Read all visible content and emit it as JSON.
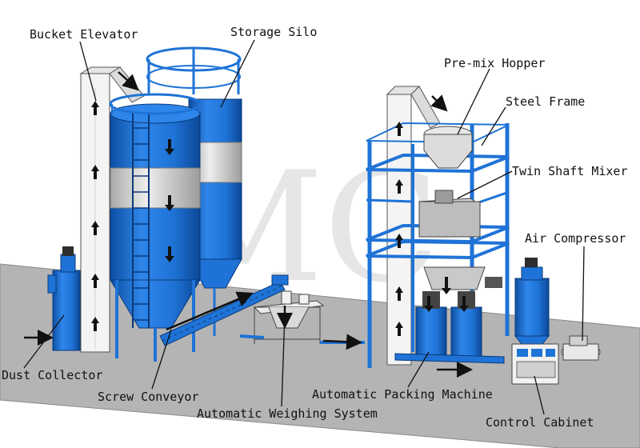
{
  "labels": {
    "bucket_elevator": "Bucket Elevator",
    "storage_silo": "Storage Silo",
    "premix_hopper": "Pre-mix Hopper",
    "steel_frame": "Steel Frame",
    "twin_shaft_mixer": "Twin Shaft Mixer",
    "air_compressor": "Air Compressor",
    "dust_collector": "Dust Collector",
    "screw_conveyor": "Screw Conveyor",
    "automatic_weighing_system": "Automatic Weighing System",
    "automatic_packing_machine": "Automatic Packing Machine",
    "control_cabinet": "Control Cabinet"
  },
  "watermark": "MC",
  "colors": {
    "equipment_blue": "#1f73d6",
    "equipment_blue_dark": "#0d4fa3",
    "silo_band": "#d6d6d6",
    "elevator_white": "#f4f4f4",
    "floor_gray": "#b4b4b4",
    "arrow_black": "#111111"
  }
}
